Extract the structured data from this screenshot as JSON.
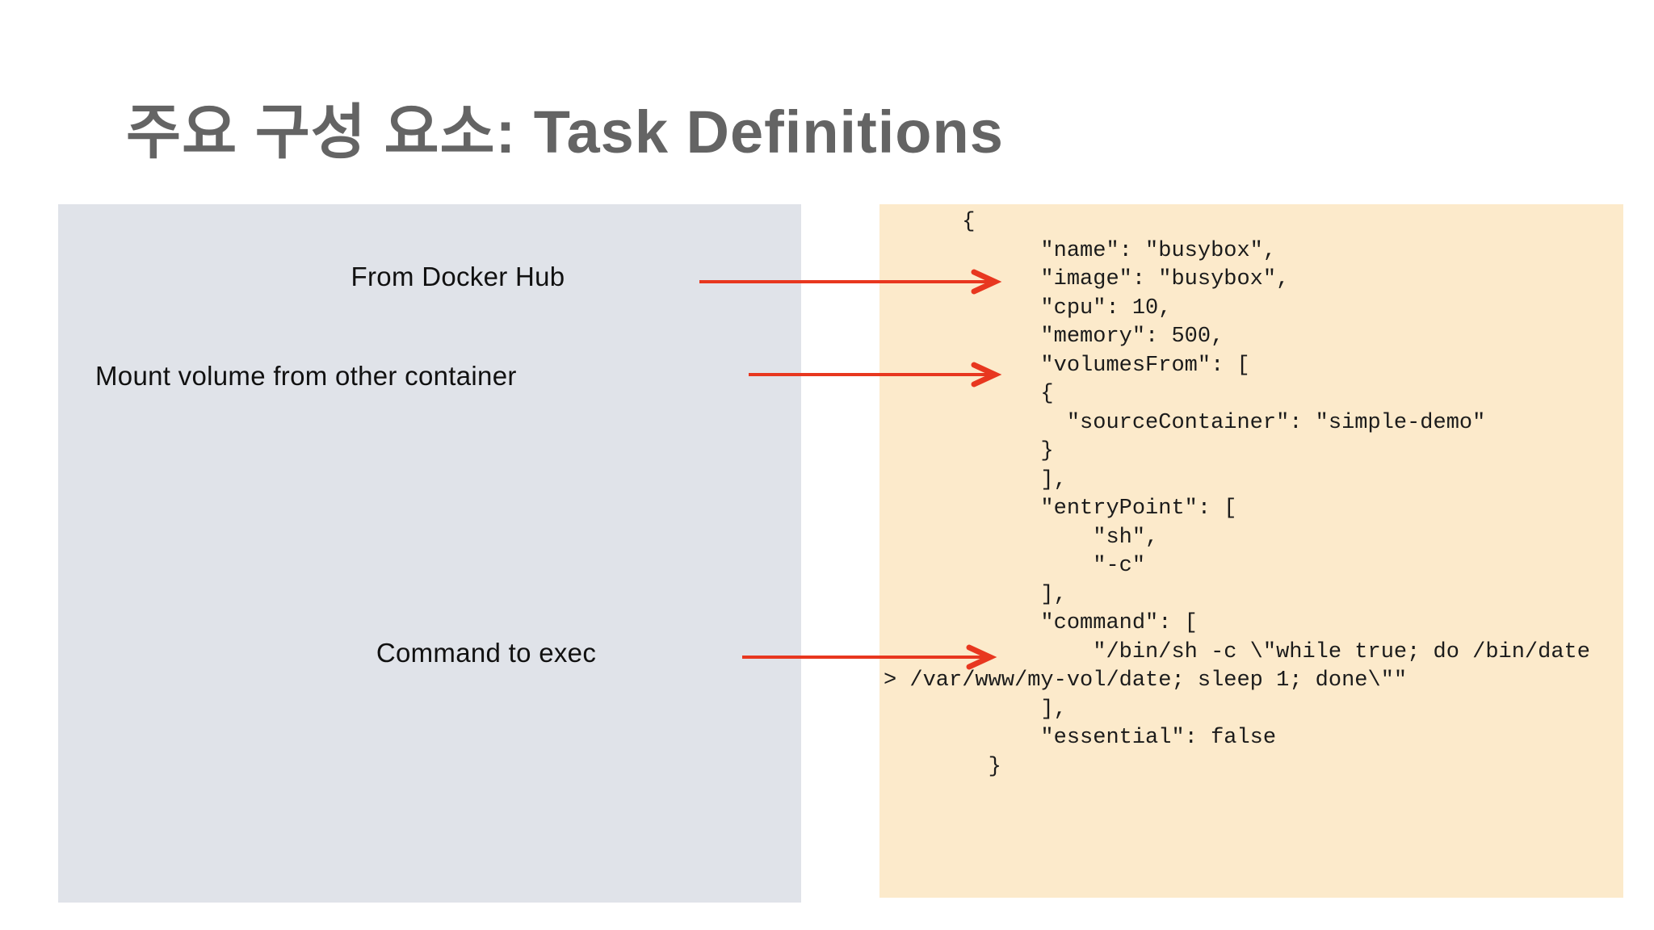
{
  "title": "주요 구성 요소: Task Definitions",
  "labels": {
    "from_docker_hub": "From Docker Hub",
    "mount_volume": "Mount volume from other container",
    "command_exec": "Command to exec"
  },
  "code": {
    "lines": [
      "      {",
      "            \"name\": \"busybox\",",
      "            \"image\": \"busybox\",",
      "            \"cpu\": 10,",
      "            \"memory\": 500,",
      "            \"volumesFrom\": [",
      "            {",
      "              \"sourceContainer\": \"simple-demo\"",
      "            }",
      "            ],",
      "            \"entryPoint\": [",
      "                \"sh\",",
      "                \"-c\"",
      "            ],",
      "            \"command\": [",
      "                \"/bin/sh -c \\\"while true; do /bin/date",
      "> /var/www/my-vol/date; sleep 1; done\\\"\"",
      "            ],",
      "            \"essential\": false",
      "        }"
    ]
  },
  "colors": {
    "title-gray": "#646464",
    "panel-gray": "#E0E3E9",
    "panel-orange": "#FCEACB",
    "arrow-red": "#E8371F",
    "code-text": "#1B1B1B",
    "label-text": "#111111"
  }
}
